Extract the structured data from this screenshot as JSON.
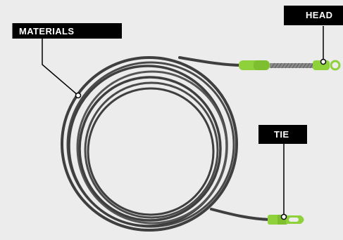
{
  "labels": {
    "materials": "MATERIALS",
    "head": "HEAD",
    "tie": "TIE"
  },
  "colors": {
    "background": "#ececec",
    "cable": "#3f3f3f",
    "accent": "#8fd13b",
    "label_fill": "#000000",
    "label_text": "#ffffff"
  }
}
